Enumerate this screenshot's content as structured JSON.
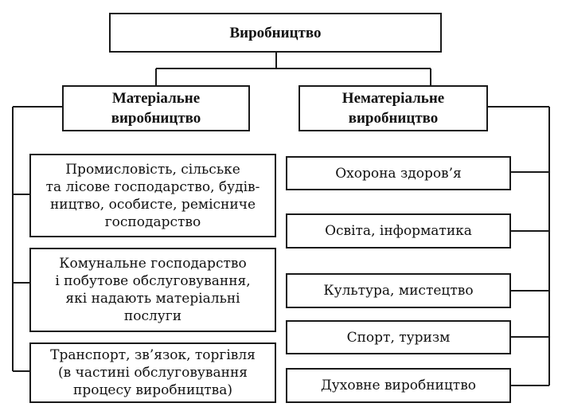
{
  "root": {
    "label": "Виробництво"
  },
  "branches": {
    "material": {
      "label": "Матеріальне\nвиробництво"
    },
    "nonmaterial": {
      "label": "Нематеріальне\nвиробництво"
    }
  },
  "material_items": [
    {
      "label": "Промисловість, сільське\nта лісове господарство, будів-\nництво, особисте, ремісниче\nгосподарство"
    },
    {
      "label": "Комунальне господарство\nі побутове обслуговування,\nякі надають матеріальні\nпослуги"
    },
    {
      "label": "Транспорт, зв’язок, торгівля\n(в частині обслуговування\nпроцесу виробництва)"
    }
  ],
  "nonmaterial_items": [
    {
      "label": "Охорона здоров’я"
    },
    {
      "label": "Освіта, інформатика"
    },
    {
      "label": "Культура, мистецтво"
    },
    {
      "label": "Спорт, туризм"
    },
    {
      "label": "Духовне виробництво"
    }
  ]
}
